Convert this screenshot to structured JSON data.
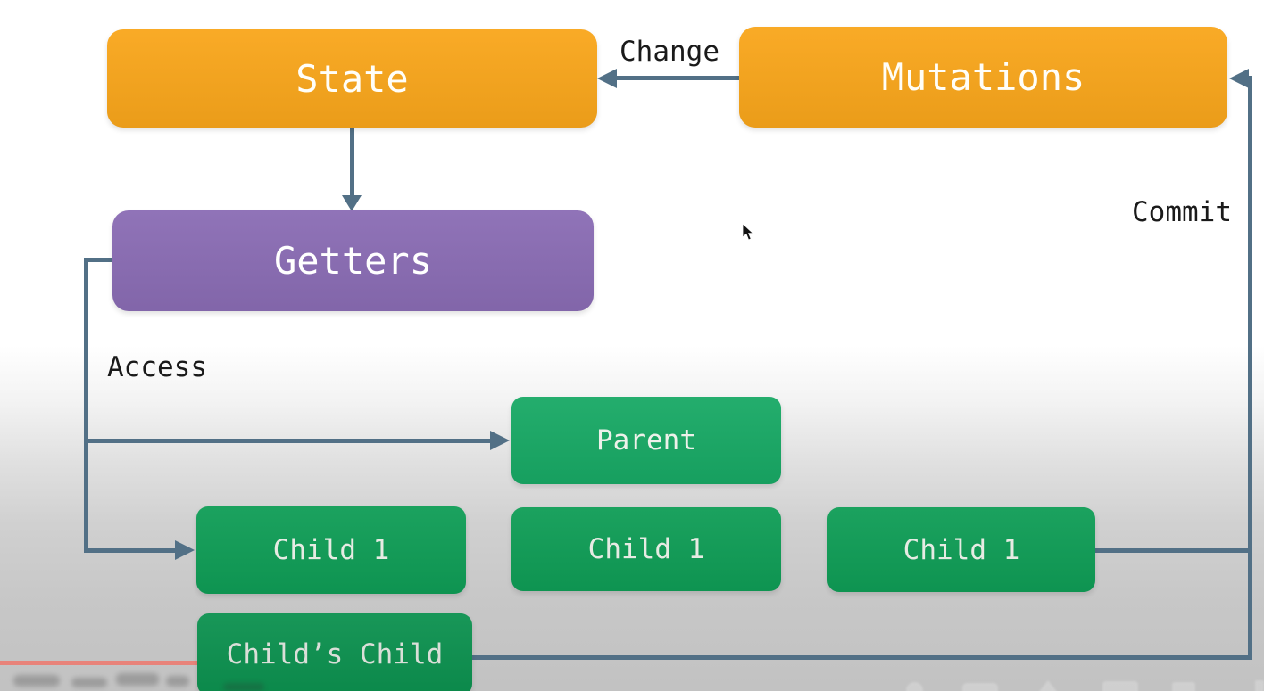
{
  "diagram": {
    "nodes": {
      "state": {
        "label": "State",
        "color": "#F9A61B",
        "text_color": "#FFFEF8"
      },
      "mutations": {
        "label": "Mutations",
        "color": "#F9A61B",
        "text_color": "#FFFEF8"
      },
      "getters": {
        "label": "Getters",
        "color": "#8A6CB4",
        "text_color": "#FFFFFF"
      },
      "parent": {
        "label": "Parent",
        "color": "#18A965",
        "text_color": "#EDF1EA"
      },
      "child1": {
        "label": "Child 1",
        "color": "#0F9D56",
        "text_color": "#E6EBE3"
      },
      "child2": {
        "label": "Child 1",
        "color": "#0F9D56",
        "text_color": "#E6EBE3"
      },
      "child3": {
        "label": "Child 1",
        "color": "#0F9D56",
        "text_color": "#E6EBE3"
      },
      "childs_child": {
        "label": "Child’s Child",
        "color": "#0C914F",
        "text_color": "#DADFD8"
      }
    },
    "edge_labels": {
      "change": "Change",
      "commit": "Commit",
      "access": "Access"
    },
    "edges": [
      {
        "from": "mutations",
        "to": "state",
        "label": "Change"
      },
      {
        "from": "state",
        "to": "getters",
        "label": ""
      },
      {
        "from": "getters",
        "to": "parent",
        "label": "Access"
      },
      {
        "from": "getters",
        "to": "child1",
        "label": "Access"
      },
      {
        "from": "child3",
        "to": "mutations",
        "label": "Commit"
      },
      {
        "from": "childs_child",
        "to": "mutations",
        "label": "Commit"
      }
    ],
    "connector_color": "#527086"
  },
  "player": {
    "progress_color": "#E8837A",
    "progress_percent": 16
  }
}
